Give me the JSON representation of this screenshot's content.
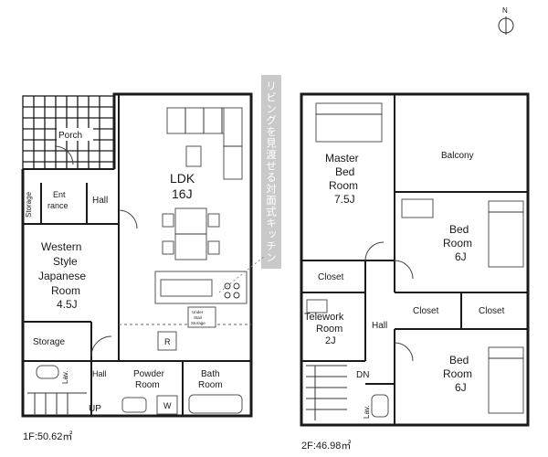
{
  "floor1": {
    "area_label": "1F:50.62㎡",
    "rooms": {
      "porch": "Porch",
      "storage_small": "Storage",
      "entrance_l1": "Ent",
      "entrance_l2": "rance",
      "hall": "Hall",
      "ldk_l1": "LDK",
      "ldk_l2": "16J",
      "western_l1": "Western",
      "western_l2": "Style",
      "western_l3": "Japanese",
      "western_l4": "Room",
      "western_l5": "4.5J",
      "storage": "Storage",
      "lav": "Lav.",
      "hall_lower": "Hall",
      "powder_l1": "Powder",
      "powder_l2": "Room",
      "bath_l1": "Bath",
      "bath_l2": "Room",
      "stairs_up": "UP",
      "understair_l1": "Under",
      "understair_l2": "Stair",
      "understair_l3": "Storage",
      "fridge": "R",
      "washer": "W"
    }
  },
  "floor2": {
    "area_label": "2F:46.98㎡",
    "rooms": {
      "master_l1": "Master",
      "master_l2": "Bed",
      "master_l3": "Room",
      "master_l4": "7.5J",
      "balcony": "Balcony",
      "bed1_l1": "Bed",
      "bed1_l2": "Room",
      "bed1_l3": "6J",
      "closet_a": "Closet",
      "closet_b": "Closet",
      "closet_c": "Closet",
      "telework_l1": "Telework",
      "telework_l2": "Room",
      "telework_l3": "2J",
      "hall": "Hall",
      "bed2_l1": "Bed",
      "bed2_l2": "Room",
      "bed2_l3": "6J",
      "stairs_dn": "DN",
      "lav": "Lav."
    }
  },
  "banner_text": "リビングを見渡せる対面式キッチン",
  "compass_label": "N"
}
